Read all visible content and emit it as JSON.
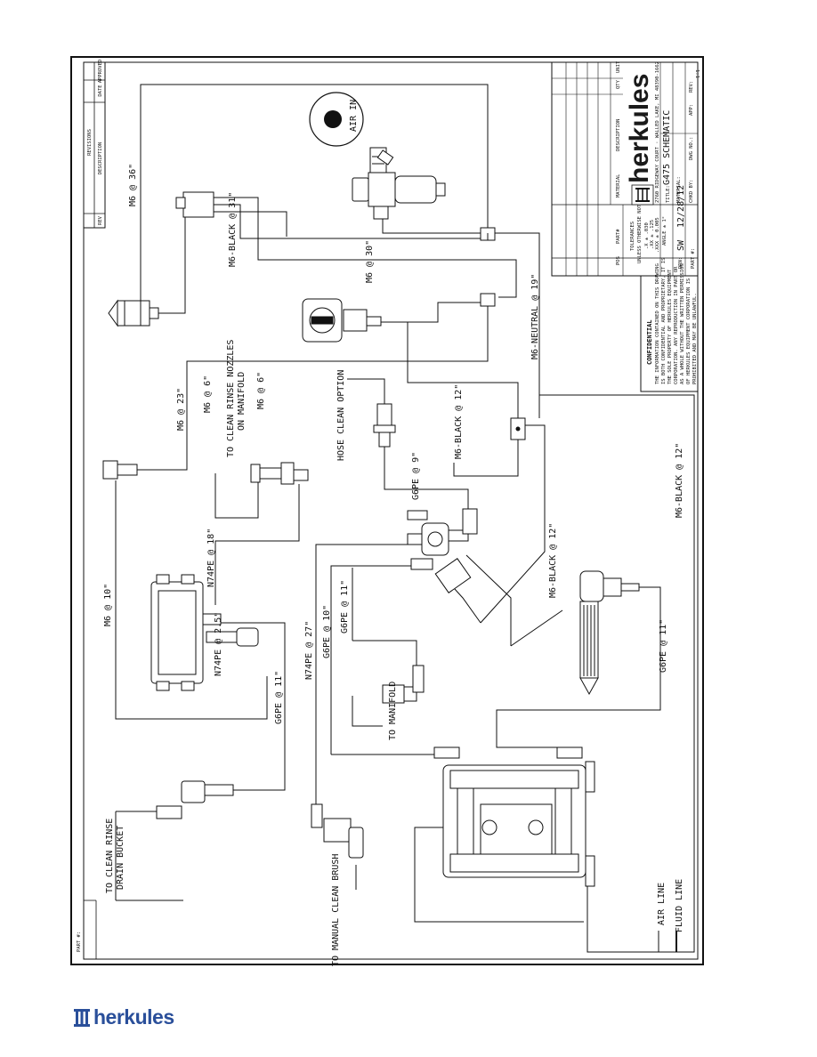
{
  "title_block": {
    "brand": "herkules",
    "title": "G475 SCHEMATIC",
    "address": "2760 RIDGEWAY COURT  ·  WALLED LAKE, MI 48390-1662",
    "drawn_by": "SW",
    "date": "12/28/12",
    "scale": "1:1",
    "tolerances": [
      "TOLERANCES",
      "UNLESS OTHERWISE NOTED",
      ".X ± .030",
      ".XX ± .125",
      ".XXX ± 0.005",
      "ANGLE ± 1°"
    ],
    "field_labels": {
      "pos": "POS",
      "partno": "PART#",
      "material": "MATERIAL",
      "description": "DESCRIPTION",
      "qty": "QTY",
      "unit": "UNIT",
      "title": "TITLE:",
      "material2": "MATERIAL:",
      "drn": "DRN:",
      "part": "PART #:",
      "chkd": "CHKD BY:",
      "dwg": "DWG NO.:",
      "app": "APP:",
      "rev": "REV:"
    },
    "confidential_title": "CONFIDENTIAL",
    "confidential_text": [
      "THE INFORMATION CONTAINED ON THIS DRAWING",
      "IS BOTH CONFIDENTIAL AND PROPRIETARY, IT IS",
      "THE SOLE PROPERTY OF HERKULES EQUIPMENT",
      "CORPORATION. ANY REPRODUCTION IN PART OR",
      "AS A WHOLE WITHOUT THE WRITTEN PERMISSION",
      "OF HERKULES EQUIPMENT CORPORATION IS",
      "PROHIBITED AND MAY BE UNLAWFUL."
    ]
  },
  "revisions": {
    "header": "REVISIONS",
    "rev": "REV",
    "description": "DESCRIPTION",
    "date": "DATE",
    "approved": "APPROVED"
  },
  "part_label": "PART #:",
  "labels": {
    "air_in": "AIR IN",
    "m6_36": "M6 @ 36\"",
    "m6_black_31": "M6-BLACK @ 31\"",
    "m6_30": "M6 @ 30\"",
    "m6_neutral_19": "M6-NEUTRAL @ 19\"",
    "m6_6a": "M6 @ 6\"",
    "m6_6b": "M6 @ 6\"",
    "rinse_nozzles": "TO CLEAN RINSE NOZZLES",
    "on_manifold": "ON MANIFOLD",
    "m6_23": "M6 @ 23\"",
    "hose_clean": "HOSE CLEAN OPTION",
    "m6_black_12a": "M6-BLACK @ 12\"",
    "g6pe_9": "G6PE @ 9\"",
    "m6_10": "M6 @ 10\"",
    "n74pe_18": "N74PE @ 18\"",
    "m6_black_12b": "M6-BLACK @ 12\"",
    "m6_black_12c": "M6-BLACK @ 12\"",
    "g6pe_11a": "G6PE @ 11\"",
    "n74pe_2_5": "N74PE @ 2.5\"",
    "n74pe_27": "N74PE @ 27\"",
    "g6pe_10": "G6PE @ 10\"",
    "g6pe_11b": "G6PE @ 11\"",
    "g6pe_11c": "G6PE @ 11\"",
    "to_manifold": "TO MANIFOLD",
    "drain_1": "TO CLEAN RINSE",
    "drain_2": "DRAIN BUCKET",
    "manual_brush": "TO MANUAL CLEAN BRUSH",
    "air_line": "AIR LINE",
    "fluid_line": "FLUID LINE"
  },
  "footer": {
    "brand": "herkules"
  },
  "colors": {
    "line": "#111111",
    "brand_blue": "#2a4f9a"
  }
}
